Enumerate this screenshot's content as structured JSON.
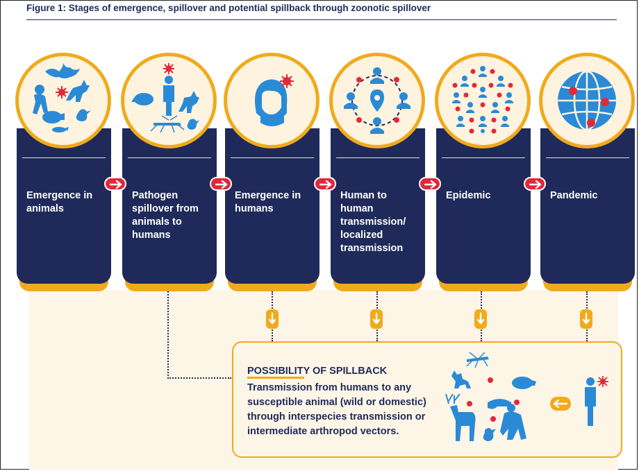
{
  "figure": {
    "title": "Figure 1: Stages of emergence, spillover and potential spillback through zoonotic spillover"
  },
  "stages": [
    {
      "label": "Emergence in animals",
      "icon": "animals-virus-icon"
    },
    {
      "label": "Pathogen spillover from animals to humans",
      "icon": "animals-human-virus-icon"
    },
    {
      "label": "Emergence in humans",
      "icon": "human-head-virus-icon"
    },
    {
      "label": "Human to human transmission/ localized transmission",
      "icon": "localized-transmission-icon"
    },
    {
      "label": "Epidemic",
      "icon": "crowd-virus-icon"
    },
    {
      "label": "Pandemic",
      "icon": "globe-virus-icon"
    }
  ],
  "spillback": {
    "title_highlight": "POSSIBILITY",
    "title_rest": " OF SPILLBACK",
    "description": "Transmission from humans to any susceptible animal (wild or domestic) through interspecies transmission or intermediate arthropod vectors."
  },
  "colors": {
    "navy": "#1f2a5a",
    "gold": "#f0aa1c",
    "cream": "#fdf5e6",
    "blue": "#2a8ad6",
    "virus_red": "#e2283a"
  }
}
